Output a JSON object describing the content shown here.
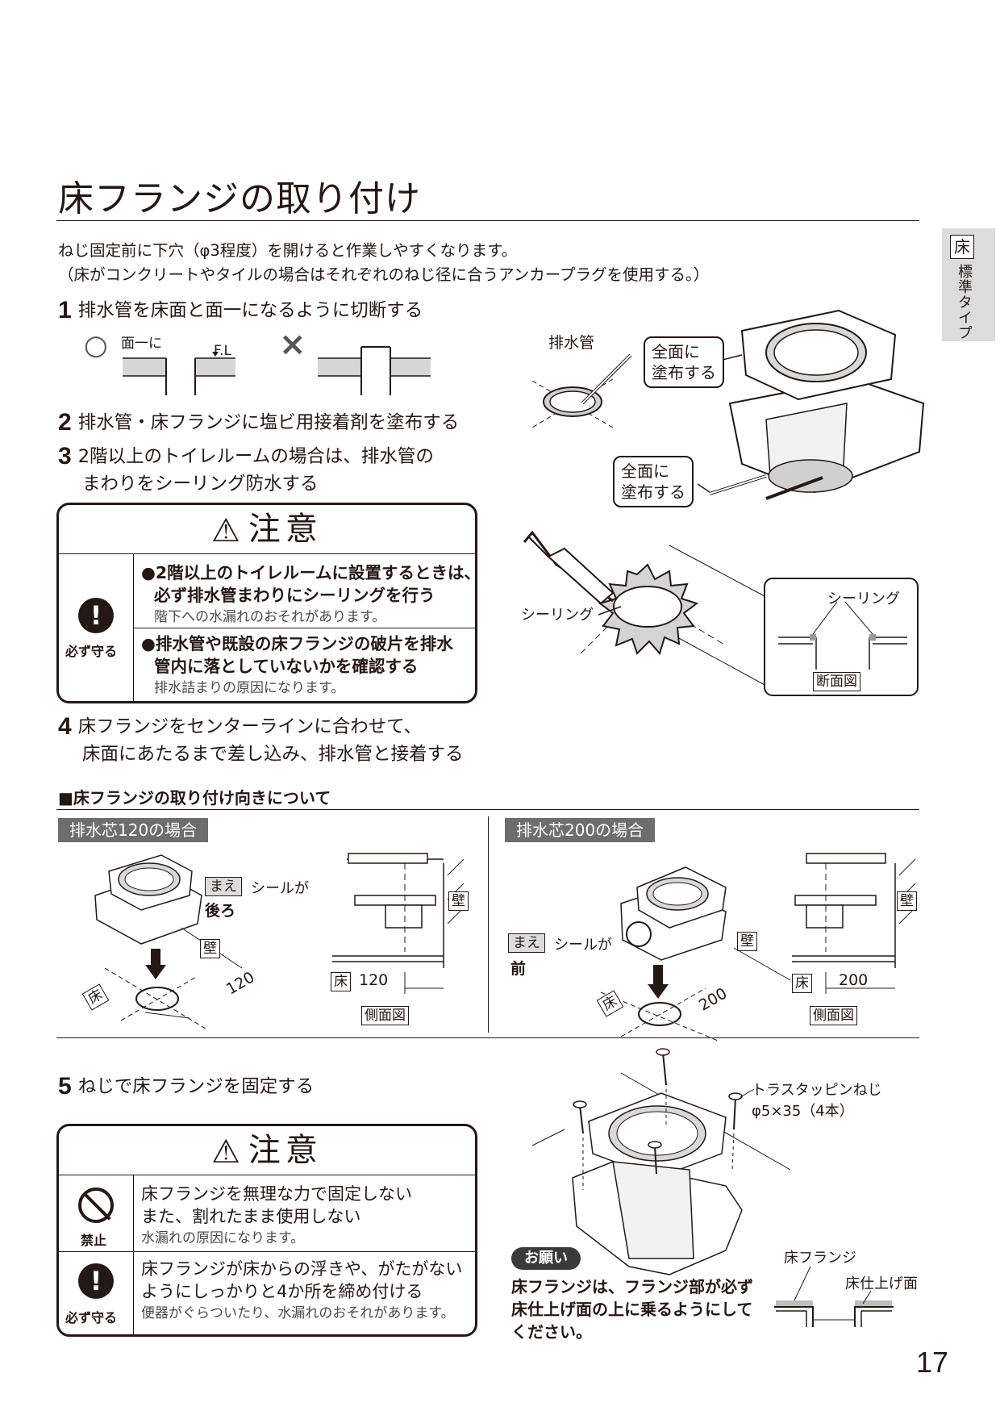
{
  "page": {
    "title": "床フランジの取り付け",
    "page_number": "17"
  },
  "side_tab": {
    "box": "床",
    "text": "標準タイプ"
  },
  "intro": {
    "line1": "ねじ固定前に下穴（φ3程度）を開けると作業しやすくなります。",
    "line2": "（床がコンクリートやタイルの場合はそれぞれのねじ径に合うアンカープラグを使用する。）"
  },
  "steps": {
    "s1": {
      "num": "1",
      "text": "排水管を床面と面一になるように切断する"
    },
    "s2": {
      "num": "2",
      "text": "排水管・床フランジに塩ビ用接着剤を塗布する"
    },
    "s3": {
      "num": "3",
      "line1": "2階以上のトイレルームの場合は、排水管の",
      "line2": "まわりをシーリング防水する"
    },
    "s4": {
      "num": "4",
      "line1": "床フランジをセンターラインに合わせて、",
      "line2": "床面にあたるまで差し込み、排水管と接着する"
    },
    "s5": {
      "num": "5",
      "text": "ねじで床フランジを固定する"
    }
  },
  "fig1": {
    "ok_mark": "○",
    "ng_mark": "×",
    "flush_label": "面一に",
    "fl_label": "F.L"
  },
  "fig_adhesive": {
    "pipe_label": "排水管",
    "callout_top": [
      "全面に",
      "塗布する"
    ],
    "callout_bottom": [
      "全面に",
      "塗布する"
    ]
  },
  "fig_sealing": {
    "label_left": "シーリング",
    "label_right": "シーリング",
    "section_label": "断面図"
  },
  "caution1": {
    "heading": "注意",
    "icon_label": "必ず守る",
    "item1_line1": "●2階以上のトイレルームに設置するときは、",
    "item1_line2": "必ず排水管まわりにシーリングを行う",
    "item1_note": "階下への水漏れのおそれがあります。",
    "item2_line1": "●排水管や既設の床フランジの破片を排水",
    "item2_line2": "管内に落としていないかを確認する",
    "item2_note": "排水詰まりの原因になります。"
  },
  "orientation": {
    "heading": "■床フランジの取り付け向きについて",
    "case120": {
      "bar": "排水芯120の場合",
      "mae": "まえ",
      "seal": "シールが",
      "dir": "後ろ",
      "wall": "壁",
      "floor": "床",
      "dim": "120",
      "side_floor": "床",
      "side_dim": "120",
      "side_view": "側面図",
      "side_wall": "壁"
    },
    "case200": {
      "bar": "排水芯200の場合",
      "mae": "まえ",
      "seal": "シールが",
      "dir": "前",
      "wall": "壁",
      "floor": "床",
      "dim": "200",
      "side_floor": "床",
      "side_dim": "200",
      "side_view": "側面図",
      "side_wall": "壁"
    }
  },
  "fig_screws": {
    "line1": "トラスタッピンねじ",
    "line2": "φ5×35（4本）"
  },
  "caution2": {
    "heading": "注意",
    "row1": {
      "icon_label": "禁止",
      "line1": "床フランジを無理な力で固定しない",
      "line2": "また、割れたまま使用しない",
      "note": "水漏れの原因になります。"
    },
    "row2": {
      "icon_label": "必ず守る",
      "line1": "床フランジが床からの浮きや、がたがない",
      "line2": "ようにしっかりと4か所を締め付ける",
      "note": "便器がぐらついたり、水漏れのおそれがあります。"
    }
  },
  "request": {
    "pill": "お願い",
    "line1": "床フランジは、フランジ部が必ず",
    "line2": "床仕上げ面の上に乗るようにして",
    "line3": "ください。",
    "label_flange": "床フランジ",
    "label_floor": "床仕上げ面"
  }
}
